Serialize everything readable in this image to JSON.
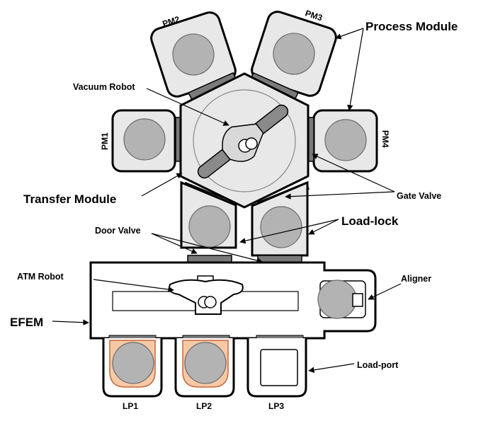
{
  "labels": {
    "process_module": "Process Module",
    "vacuum_robot": "Vacuum Robot",
    "transfer_module": "Transfer Module",
    "gate_valve": "Gate Valve",
    "load_lock": "Load-lock",
    "door_valve": "Door Valve",
    "atm_robot": "ATM Robot",
    "aligner": "Aligner",
    "efem": "EFEM",
    "load_port": "Load-port"
  },
  "modules": {
    "pm1": "PM1",
    "pm2": "PM2",
    "pm3": "PM3",
    "pm4": "PM4"
  },
  "load_ports": {
    "lp1": "LP1",
    "lp2": "LP2",
    "lp3": "LP3"
  },
  "colors": {
    "module_fill": "#e8e8e8",
    "wafer": "#b3b3b3",
    "valve": "#7a7a7a",
    "foup_highlight": "#f6c9a6",
    "foup_border": "#c8663a"
  }
}
